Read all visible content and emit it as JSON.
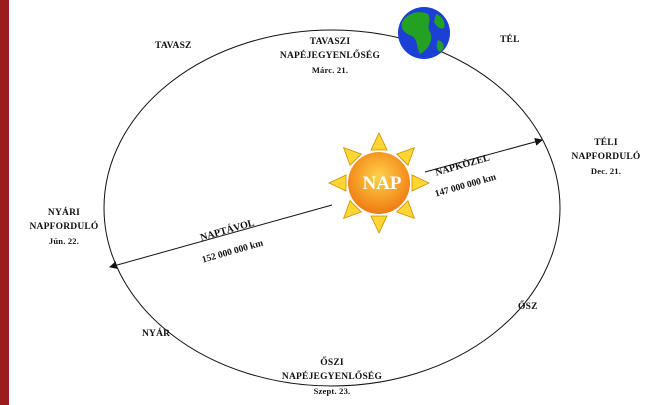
{
  "colors": {
    "left_bar": "#9b1c1c",
    "orbit": "#111111",
    "sun_core_inner": "#ffd24a",
    "sun_core_outer": "#f07a10",
    "sun_ray": "#ffd633",
    "sun_ray_stroke": "#c98e00",
    "earth_ocean": "#1c3fd6",
    "earth_land": "#23a123",
    "sun_text": "#ffffff"
  },
  "seasons": {
    "spring": "TAVASZ",
    "winter": "TÉL",
    "summer": "NYÁR",
    "autumn": "ŐSZ"
  },
  "spring_equinox": {
    "line1": "TAVASZI",
    "line2": "NAPÉJEGYENLŐSÉG",
    "date": "Márc. 21."
  },
  "winter_solstice": {
    "line1": "TÉLI",
    "line2": "NAPFORDULÓ",
    "date": "Dec. 21."
  },
  "summer_solstice": {
    "line1": "NYÁRI",
    "line2": "NAPFORDULÓ",
    "date": "Jún. 22."
  },
  "autumn_equinox": {
    "line1": "ŐSZI",
    "line2": "NAPÉJEGYENLŐSÉG",
    "date": "Szept. 23."
  },
  "sun": {
    "label": "NAP"
  },
  "aphelion": {
    "label": "NAPTÁVOL",
    "distance": "152 000 000 km"
  },
  "perihelion": {
    "label": "NAPKÖZEL",
    "distance": "147 000 000 km"
  }
}
